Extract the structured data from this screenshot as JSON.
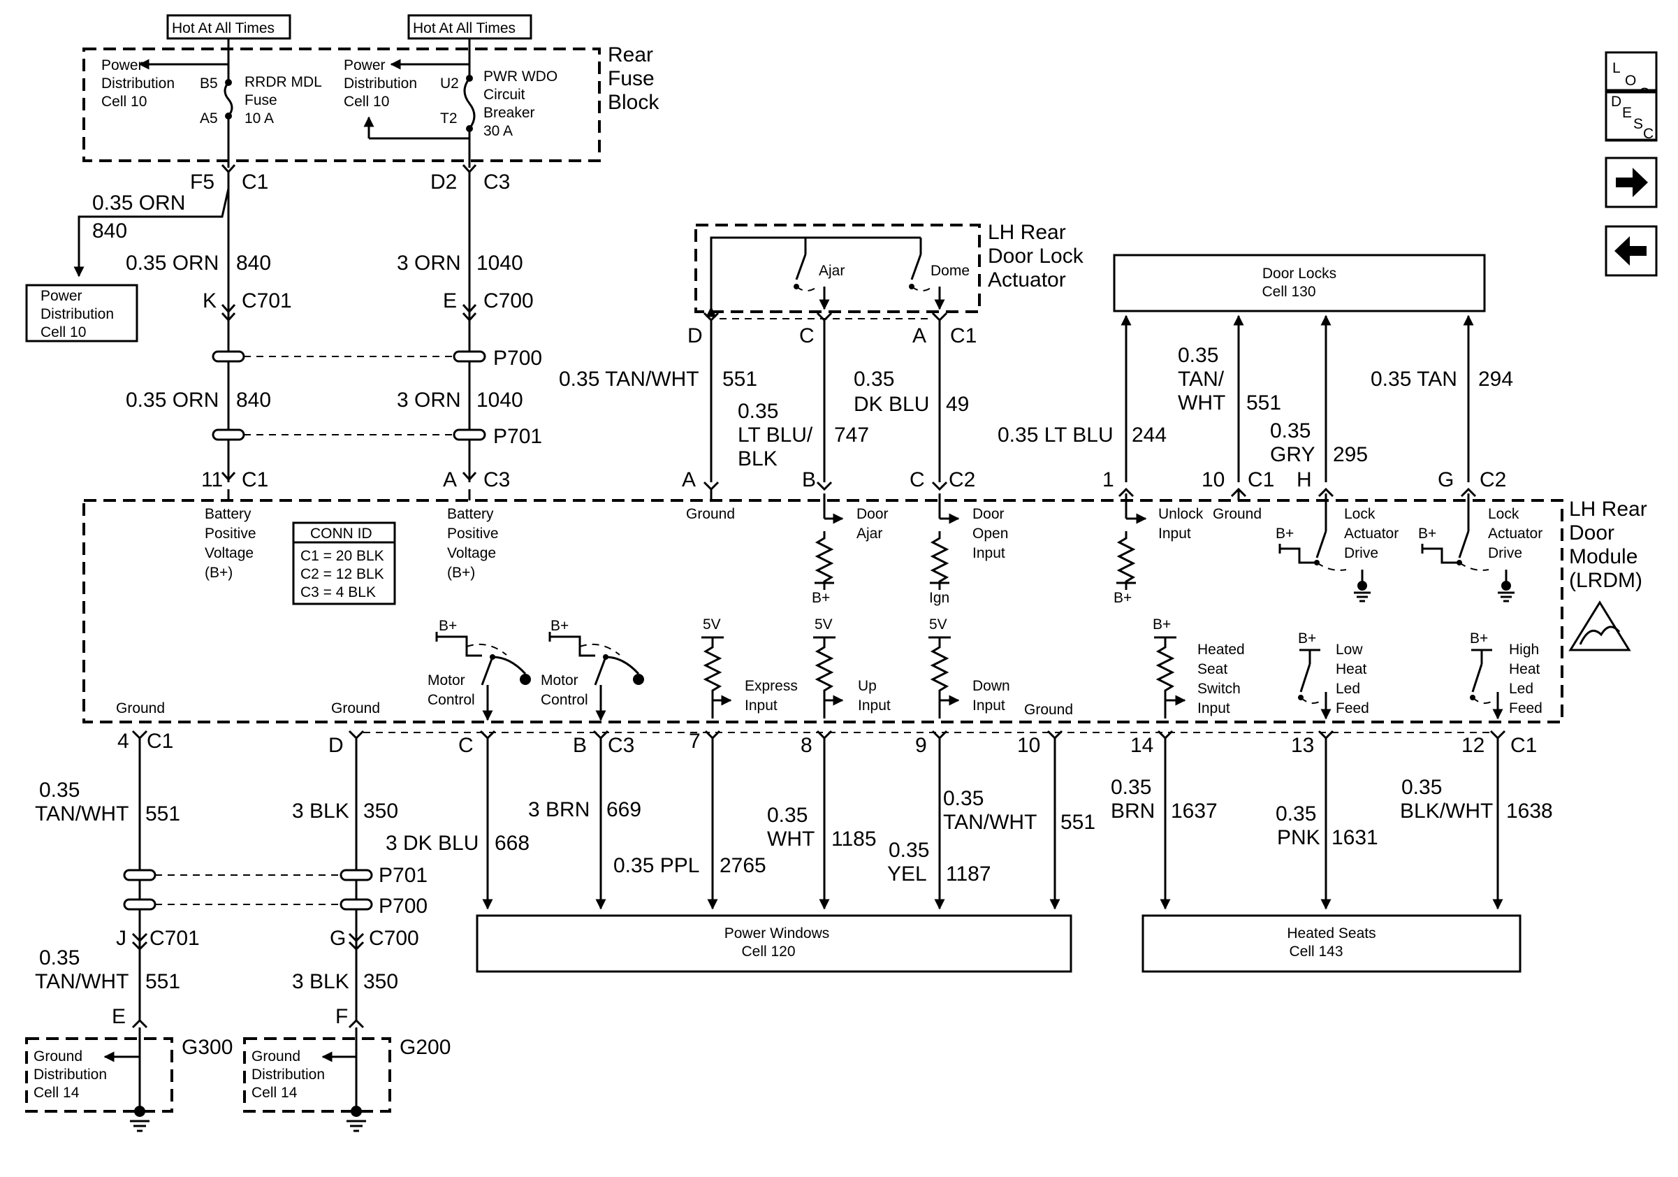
{
  "fuse_block": {
    "title": [
      "Rear",
      "Fuse",
      "Block"
    ],
    "hot_label": "Hot At All Times",
    "left": {
      "dist": [
        "Power",
        "Distribution",
        "Cell 10"
      ],
      "pin_top": "B5",
      "pin_bot": "A5",
      "device": [
        "RRDR MDL",
        "Fuse",
        "10 A"
      ]
    },
    "right": {
      "dist": [
        "Power",
        "Distribution",
        "Cell 10"
      ],
      "pin_top": "U2",
      "pin_bot": "T2",
      "device": [
        "PWR WDO",
        "Circuit",
        "Breaker",
        "30 A"
      ]
    }
  },
  "top_left": {
    "f5": "F5",
    "c1": "C1",
    "d2": "D2",
    "c3": "C3",
    "branch_wire": "0.35 ORN",
    "branch_circ": "840",
    "pd_box": [
      "Power",
      "Distribution",
      "Cell 10"
    ],
    "wire_840": "0.35 ORN",
    "circ_840": "840",
    "wire_1040": "3 ORN",
    "circ_1040": "1040",
    "k": "K",
    "c701": "C701",
    "e": "E",
    "c700": "C700",
    "p700": "P700",
    "p701": "P701",
    "pin_11": "11",
    "pin_a": "A"
  },
  "actuator": {
    "title": [
      "LH Rear",
      "Door Lock",
      "Actuator"
    ],
    "ajar": "Ajar",
    "dome": "Dome",
    "pin_d": "D",
    "pin_c": "C",
    "pin_a": "A",
    "conn": "C1"
  },
  "act_wires": [
    {
      "size": "0.35 TAN/WHT",
      "circ": "551"
    },
    {
      "size": [
        "0.35",
        "LT BLU/",
        "BLK"
      ],
      "circ": "747"
    },
    {
      "size": [
        "0.35",
        "DK BLU"
      ],
      "circ": "49"
    }
  ],
  "door_locks": {
    "title": "Door Locks",
    "cell": "Cell 130"
  },
  "dl_wires": [
    {
      "size": "0.35 LT BLU",
      "circ": "244"
    },
    {
      "size": [
        "0.35",
        "TAN/",
        "WHT"
      ],
      "circ": "551"
    },
    {
      "size": [
        "0.35",
        "GRY"
      ],
      "circ": "295"
    },
    {
      "size": "0.35 TAN",
      "circ": "294"
    }
  ],
  "mod_top_pins": [
    "A",
    "B",
    "C",
    "C2",
    "1",
    "10",
    "C1",
    "H",
    "G",
    "C2"
  ],
  "module": {
    "title": [
      "LH Rear",
      "Door",
      "Module",
      "(LRDM)"
    ],
    "bpv": [
      "Battery",
      "Positive",
      "Voltage",
      "(B+)"
    ],
    "conn_id": {
      "title": "CONN ID",
      "rows": [
        "C1 = 20 BLK",
        "C2 = 12 BLK",
        "C3 = 4 BLK"
      ]
    },
    "ground": "Ground",
    "door_ajar": [
      "Door",
      "Ajar"
    ],
    "door_open": [
      "Door",
      "Open",
      "Input"
    ],
    "unlock": [
      "Unlock",
      "Input"
    ],
    "lock_drive": [
      "Lock",
      "Actuator",
      "Drive"
    ],
    "bplus": "B+",
    "ign": "Ign",
    "fivev": "5V",
    "motor": [
      "Motor",
      "Control"
    ],
    "express": [
      "Express",
      "Input"
    ],
    "up": [
      "Up",
      "Input"
    ],
    "down": [
      "Down",
      "Input"
    ],
    "heated_sw": [
      "Heated",
      "Seat",
      "Switch",
      "Input"
    ],
    "low_heat": [
      "Low",
      "Heat",
      "Led",
      "Feed"
    ],
    "high_heat": [
      "High",
      "Heat",
      "Led",
      "Feed"
    ]
  },
  "bot_pins": [
    "4",
    "C1",
    "D",
    "C",
    "B",
    "C3",
    "7",
    "8",
    "9",
    "10",
    "14",
    "13",
    "12",
    "C1"
  ],
  "bot_wires": [
    {
      "size": [
        "0.35",
        "TAN/WHT"
      ],
      "circ": "551"
    },
    {
      "size": "3 BLK",
      "circ": "350"
    },
    {
      "size": "3 DK BLU",
      "circ": "668"
    },
    {
      "size": "3 BRN",
      "circ": "669"
    },
    {
      "size": "0.35 PPL",
      "circ": "2765"
    },
    {
      "size": [
        "0.35",
        "WHT"
      ],
      "circ": "1185"
    },
    {
      "size": [
        "0.35",
        "YEL"
      ],
      "circ": "1187"
    },
    {
      "size": [
        "0.35",
        "TAN/WHT"
      ],
      "circ": "551"
    },
    {
      "size": [
        "0.35",
        "BRN"
      ],
      "circ": "1637"
    },
    {
      "size": [
        "0.35",
        "PNK"
      ],
      "circ": "1631"
    },
    {
      "size": [
        "0.35",
        "BLK/WHT"
      ],
      "circ": "1638"
    }
  ],
  "power_windows": {
    "title": "Power Windows",
    "cell": "Cell 120"
  },
  "heated_seats": {
    "title": "Heated Seats",
    "cell": "Cell 143"
  },
  "lower_left": {
    "p701": "P701",
    "p700": "P700",
    "j": "J",
    "c701": "C701",
    "g": "G",
    "c700": "C700",
    "e": "E",
    "f": "F",
    "g300": "G300",
    "g200": "G200",
    "ground_box": [
      "Ground",
      "Distribution",
      "Cell 14"
    ]
  },
  "nav": {
    "loc": [
      "L",
      "O",
      "C"
    ],
    "desc": [
      "D",
      "E",
      "S",
      "C"
    ]
  }
}
